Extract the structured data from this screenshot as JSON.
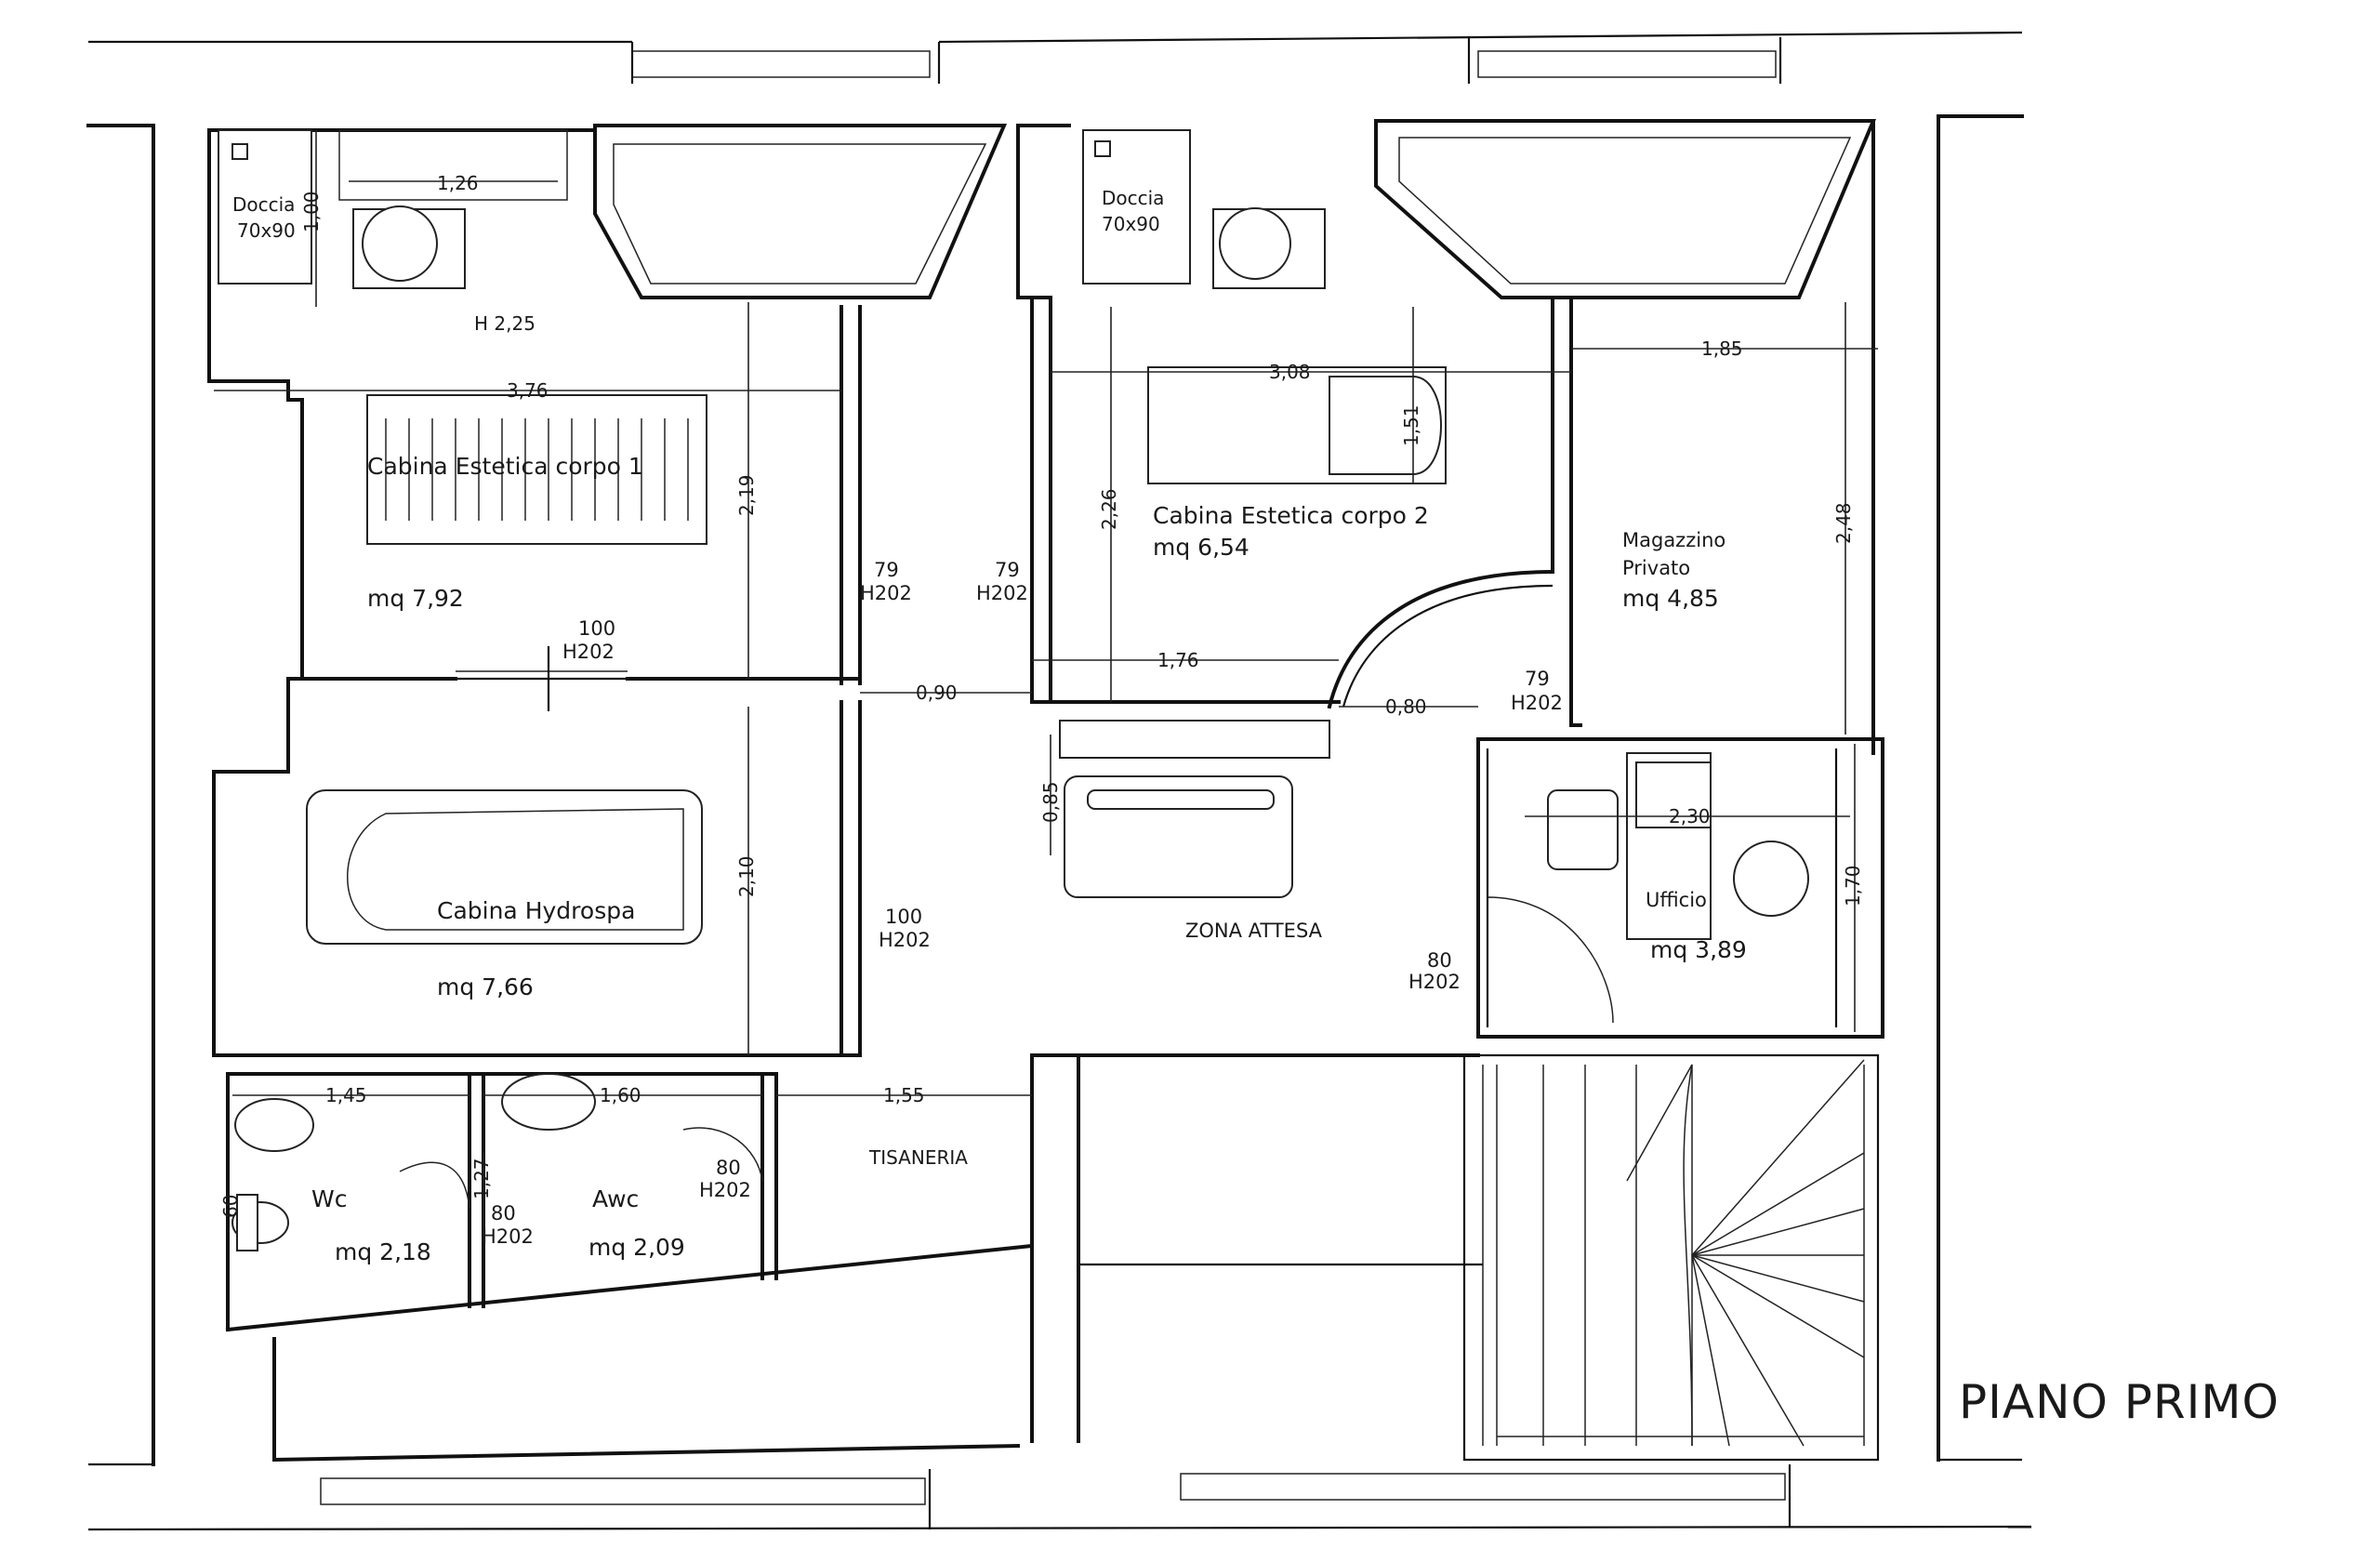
{
  "sheet": {
    "title": "PIANO PRIMO"
  },
  "rooms": {
    "cabina1": {
      "name": "Cabina Estetica corpo 1",
      "area": "mq 7,92"
    },
    "cabina2": {
      "name": "Cabina Estetica corpo 2",
      "area": "mq 6,54"
    },
    "hydrospa": {
      "name": "Cabina Hydrospa",
      "area": "mq 7,66"
    },
    "magazzino": {
      "name_line1": "Magazzino",
      "name_line2": "Privato",
      "area": "mq 4,85"
    },
    "ufficio": {
      "name": "Ufficio",
      "area": "mq 3,89"
    },
    "zona_attesa": {
      "name": "ZONA ATTESA"
    },
    "wc": {
      "name": "Wc",
      "area": "mq 2,18"
    },
    "awc": {
      "name": "Awc",
      "area": "mq 2,09"
    },
    "tisaneria": {
      "name": "TISANERIA"
    },
    "doccia_left": {
      "line1": "Doccia",
      "line2": "70x90"
    },
    "doccia_right": {
      "line1": "Doccia",
      "line2": "70x90"
    }
  },
  "doors": {
    "d79a_w": "79",
    "d79a_h": "H202",
    "d79b_w": "79",
    "d79b_h": "H202",
    "d100a_w": "100",
    "d100a_h": "H202",
    "d100b_w": "100",
    "d100b_h": "H202",
    "d79c_w": "79",
    "d79c_h": "H202",
    "d80a_w": "80",
    "d80a_h": "H202",
    "d80b_w": "80",
    "d80b_h": "H202",
    "d80c_w": "80",
    "d80c_h": "H202"
  },
  "dimensions": {
    "d126": "1,26",
    "d100v": "1,00",
    "h225": "H 2,25",
    "d376": "3,76",
    "d219": "2,19",
    "d210": "2,10",
    "d308": "3,08",
    "d151": "1,51",
    "d226": "2,26",
    "d176": "1,76",
    "d090": "0,90",
    "d080": "0,80",
    "d185": "1,85",
    "d248": "2,48",
    "d085": "0,85",
    "d230": "2,30",
    "d170": "1,70",
    "d145": "1,45",
    "d160": "1,60",
    "d155": "1,55",
    "d127": "1,27",
    "d060": "60"
  }
}
